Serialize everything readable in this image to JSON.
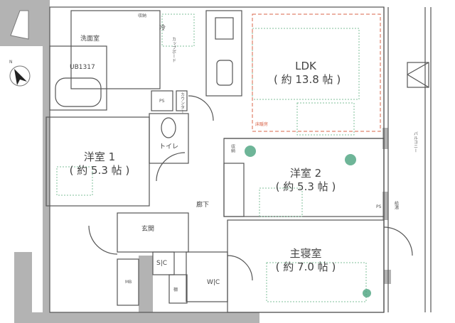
{
  "colors": {
    "wall": "#b3b3b3",
    "line": "#555555",
    "furniture_dotted": "#7fbf9a",
    "floor_heating": "#d9654a",
    "plant": "#4aa27e"
  },
  "rooms": {
    "ldk": {
      "name": "LDK",
      "size": "( 約 13.8 帖 )"
    },
    "western1": {
      "name": "洋室 1",
      "size": "( 約 5.3 帖 )"
    },
    "western2": {
      "name": "洋室 2",
      "size": "( 約 5.3 帖 )"
    },
    "master": {
      "name": "主寝室",
      "size": "( 約 7.0 帖 )"
    }
  },
  "labels": {
    "washroom": "洗面室",
    "bath": "UB1317",
    "storage_top": "収納",
    "fridge": "冷",
    "cupboard": "カップボード",
    "counter": "カウンター",
    "ps1": "PS",
    "toilet": "トイレ",
    "floor_heating": "床暖房",
    "storage_w2": "収納",
    "balcony": "バルコニー",
    "ps2": "PS",
    "heater": "給湯",
    "corridor": "廊下",
    "entrance": "玄関",
    "sic": "S|C",
    "shelf": "棚",
    "wic": "W|C",
    "mb": "MB",
    "north": "N"
  }
}
